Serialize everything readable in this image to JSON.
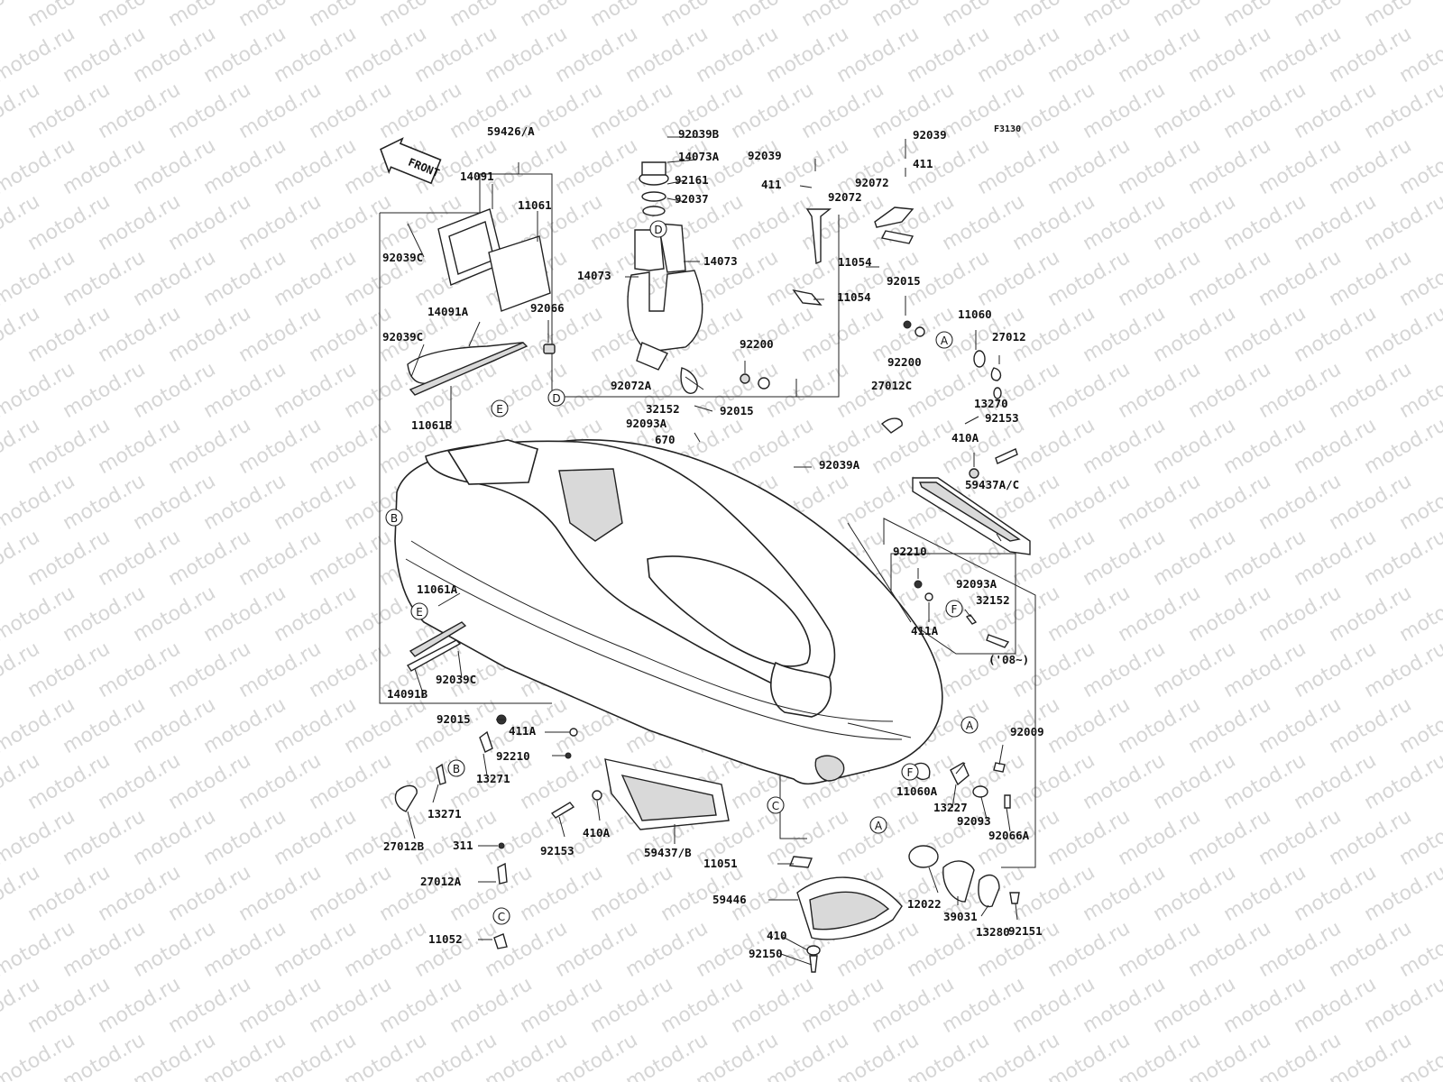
{
  "figure_code": "F3130",
  "watermark_text": "motod.ru",
  "front_arrow_label": "FRONT",
  "part_labels": [
    {
      "id": "59426/A"
    },
    {
      "id": "14091"
    },
    {
      "id": "11061"
    },
    {
      "id": "92039C"
    },
    {
      "id": "14091A"
    },
    {
      "id": "92066"
    },
    {
      "id": "92039C"
    },
    {
      "id": "11061B"
    },
    {
      "id": "92039B"
    },
    {
      "id": "14073A"
    },
    {
      "id": "92161"
    },
    {
      "id": "92037"
    },
    {
      "id": "14073"
    },
    {
      "id": "14073"
    },
    {
      "id": "92072A"
    },
    {
      "id": "32152"
    },
    {
      "id": "92015"
    },
    {
      "id": "92093A"
    },
    {
      "id": "670"
    },
    {
      "id": "92200"
    },
    {
      "id": "92039"
    },
    {
      "id": "411"
    },
    {
      "id": "92072"
    },
    {
      "id": "92072"
    },
    {
      "id": "11054"
    },
    {
      "id": "11054"
    },
    {
      "id": "92039"
    },
    {
      "id": "411"
    },
    {
      "id": "92015"
    },
    {
      "id": "11060"
    },
    {
      "id": "92200"
    },
    {
      "id": "27012"
    },
    {
      "id": "13270"
    },
    {
      "id": "92153"
    },
    {
      "id": "27012C"
    },
    {
      "id": "410A"
    },
    {
      "id": "92039A"
    },
    {
      "id": "59437A/C"
    },
    {
      "id": "92210"
    },
    {
      "id": "92093A"
    },
    {
      "id": "32152"
    },
    {
      "id": "411A"
    },
    {
      "id": "('08~)"
    },
    {
      "id": "11061A"
    },
    {
      "id": "92039C"
    },
    {
      "id": "14091B"
    },
    {
      "id": "92015"
    },
    {
      "id": "411A"
    },
    {
      "id": "92210"
    },
    {
      "id": "13271"
    },
    {
      "id": "13271"
    },
    {
      "id": "27012B"
    },
    {
      "id": "311"
    },
    {
      "id": "27012A"
    },
    {
      "id": "11052"
    },
    {
      "id": "92153"
    },
    {
      "id": "410A"
    },
    {
      "id": "59437/B"
    },
    {
      "id": "11051"
    },
    {
      "id": "59446"
    },
    {
      "id": "410"
    },
    {
      "id": "92150"
    },
    {
      "id": "92009"
    },
    {
      "id": "11060A"
    },
    {
      "id": "13227"
    },
    {
      "id": "92093"
    },
    {
      "id": "92066A"
    },
    {
      "id": "12022"
    },
    {
      "id": "39031"
    },
    {
      "id": "13280"
    },
    {
      "id": "92151"
    }
  ],
  "reference_markers": [
    {
      "letter": "A"
    },
    {
      "letter": "A"
    },
    {
      "letter": "A"
    },
    {
      "letter": "B"
    },
    {
      "letter": "B"
    },
    {
      "letter": "C"
    },
    {
      "letter": "C"
    },
    {
      "letter": "D"
    },
    {
      "letter": "D"
    },
    {
      "letter": "E"
    },
    {
      "letter": "E"
    },
    {
      "letter": "F"
    },
    {
      "letter": "F"
    }
  ]
}
